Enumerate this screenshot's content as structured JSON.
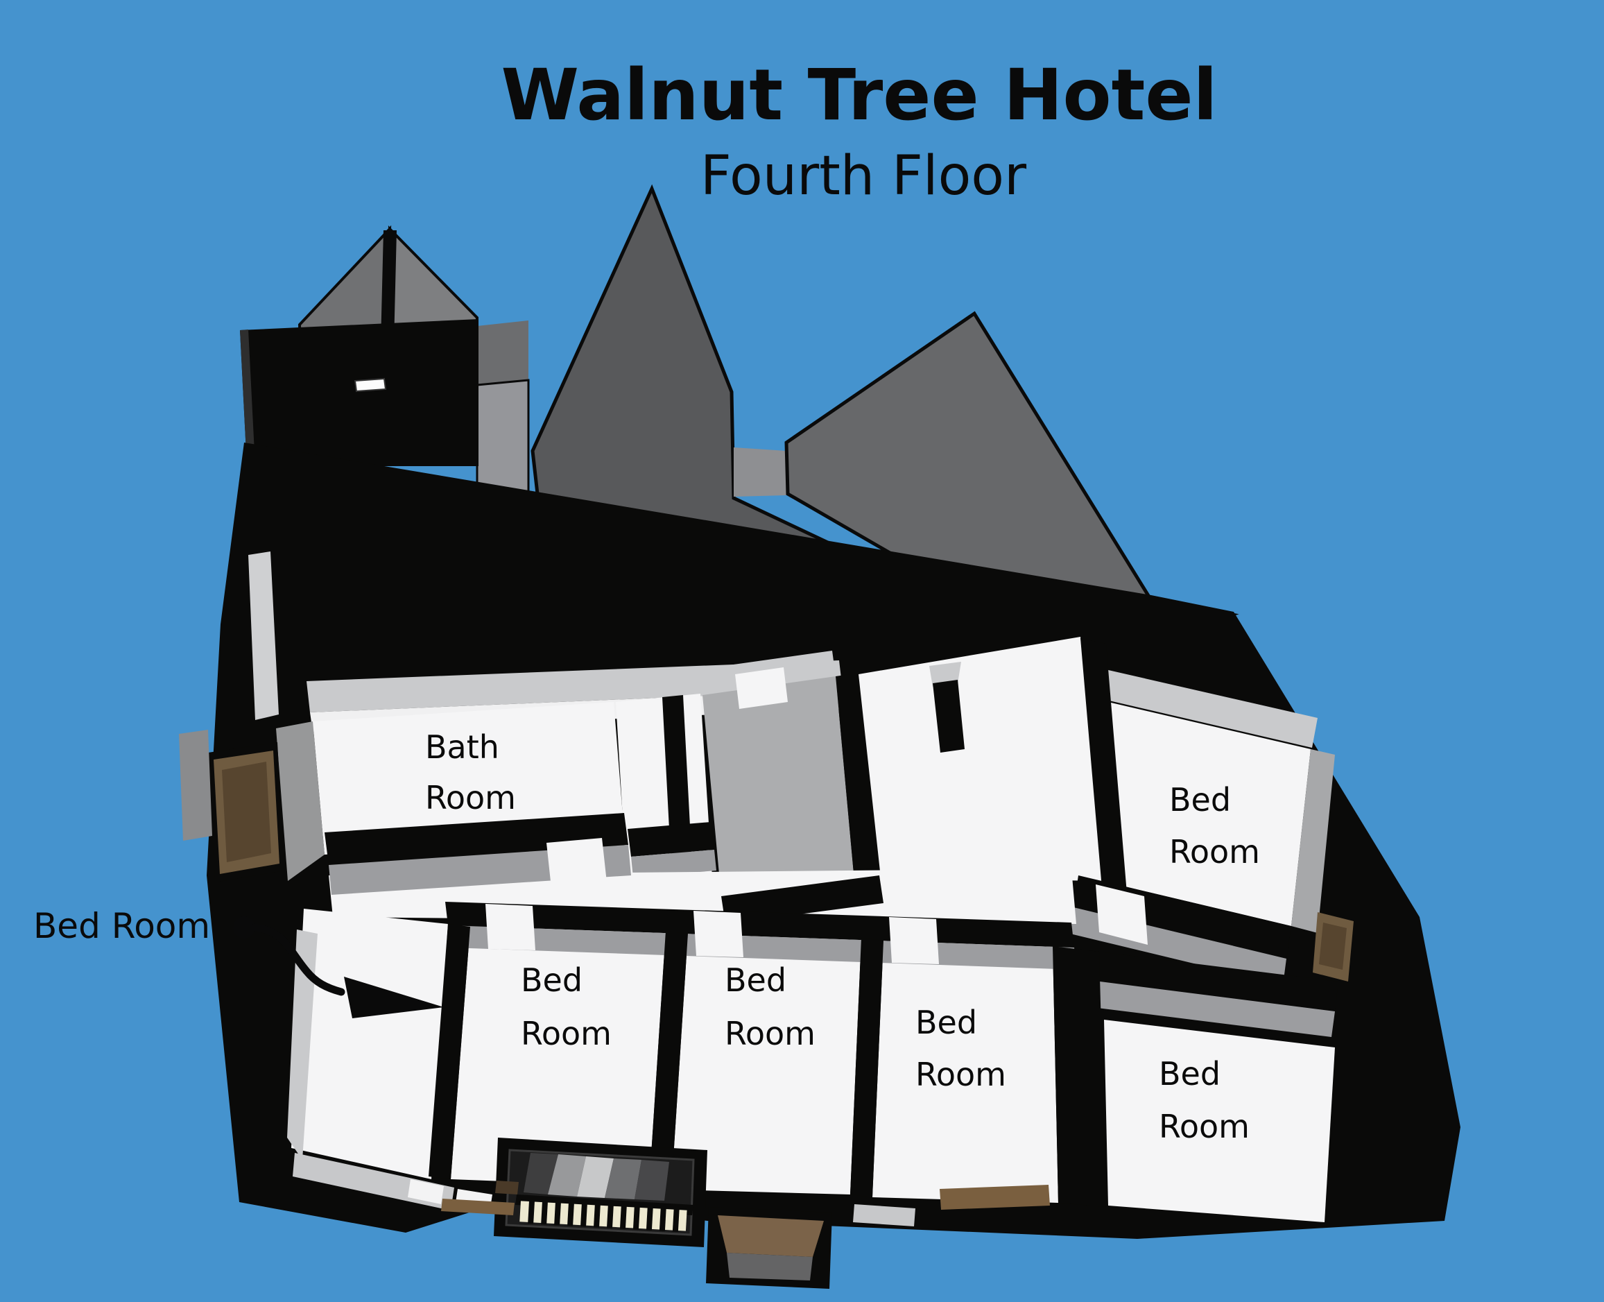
{
  "header": {
    "title": "Walnut Tree Hotel",
    "subtitle": "Fourth Floor"
  },
  "floor_plan": {
    "building": "Walnut Tree Hotel",
    "floor": "Fourth Floor",
    "rooms": [
      {
        "id": "bath-room",
        "label": "Bath Room",
        "lines": [
          "Bath",
          "Room"
        ]
      },
      {
        "id": "bed-room-top-right",
        "label": "Bed Room",
        "lines": [
          "Bed",
          "Room"
        ]
      },
      {
        "id": "bed-room-1",
        "label": "Bed Room",
        "lines": [
          "Bed",
          "Room"
        ]
      },
      {
        "id": "bed-room-2",
        "label": "Bed Room",
        "lines": [
          "Bed",
          "Room"
        ]
      },
      {
        "id": "bed-room-3",
        "label": "Bed Room",
        "lines": [
          "Bed",
          "Room"
        ]
      },
      {
        "id": "bed-room-right",
        "label": "Bed Room",
        "lines": [
          "Bed",
          "Room"
        ]
      }
    ],
    "callout": {
      "label": "Bed Room",
      "points_to": "left bedroom"
    }
  },
  "colors": {
    "sky": "#4593CE",
    "ink": "#0A0A0A",
    "structure_black": "#0A0A09",
    "roof_dark": "#58595B",
    "roof_mid": "#67686A",
    "roof_left_a": "#707173",
    "roof_left_b": "#7E7F81",
    "gap_wall": "#95969A",
    "wall_gray": "#9C9DA0",
    "wall_cap": "#C9CACC",
    "floor_white": "#F5F5F6",
    "floor_shadow": "#ACADAF",
    "skylight": "#FCFCFC",
    "window_frame_brown": "#6F5B40",
    "window_glass_brown": "#57452F",
    "deck_brown": "#7A5F3F",
    "porch_brown": "#7B6349",
    "porch_gray": "#646465",
    "baluster_cream": "#EDE9D0",
    "stair_light": "#C7C8C9",
    "stair_mid": "#98999B",
    "stair_dark": "#48484A"
  }
}
